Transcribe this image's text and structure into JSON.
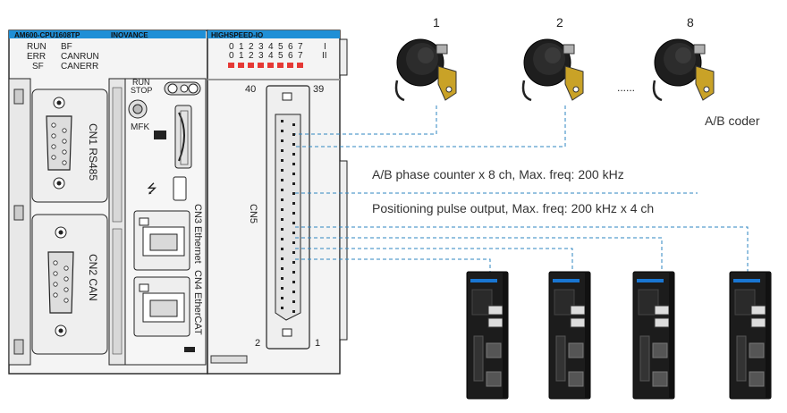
{
  "plc": {
    "model_label": "AM600-CPU1608TP",
    "brand_label": "INOVANCE",
    "io_label": "HIGHSPEED-IO",
    "status_leds_left": [
      "RUN",
      "ERR",
      "SF"
    ],
    "status_leds_right": [
      "BF",
      "CANRUN",
      "CANERR"
    ],
    "io_top_numbers": [
      "0",
      "1",
      "2",
      "3",
      "4",
      "5",
      "6",
      "7",
      "I"
    ],
    "io_bottom_numbers": [
      "0",
      "1",
      "2",
      "3",
      "4",
      "5",
      "6",
      "7",
      "II"
    ],
    "run_stop_label_1": "RUN",
    "run_stop_label_2": "STOP",
    "mfk_label": "MFK",
    "cn1_label": "CN1 RS485",
    "cn2_label": "CN2 CAN",
    "cn3_label": "CN3 Ethernet",
    "cn4_label": "CN4 EtherCAT",
    "cn5_label": "CN5",
    "pin_40": "40",
    "pin_39": "39",
    "pin_2": "2",
    "pin_1": "1",
    "usb_symbol": "⭍"
  },
  "encoders": {
    "labels": [
      "1",
      "2",
      "8"
    ],
    "ellipsis": "......",
    "caption": "A/B coder"
  },
  "annotations": {
    "counter": "A/B phase counter x 8 ch, Max. freq: 200 kHz",
    "pulse": "Positioning pulse output, Max. freq: 200 kHz x 4 ch"
  },
  "colors": {
    "link_line": "#2e86c1",
    "plc_body": "#f2f2f2",
    "plc_outline": "#222222",
    "header_blue": "#1f8fd6",
    "led_red": "#e53935",
    "drive_body": "#1c1c1c",
    "drive_accent": "#1976d2"
  }
}
